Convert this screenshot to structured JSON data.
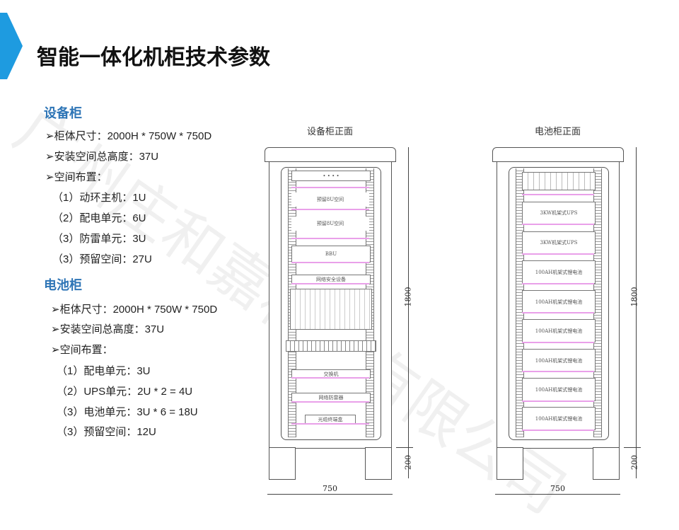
{
  "title": "智能一体化机柜技术参数",
  "watermark": "广州庄和嘉科技有限公司",
  "equipment": {
    "heading": "设备柜",
    "items": [
      "➢柜体尺寸：2000H * 750W * 750D",
      "➢安装空间总高度：37U",
      "➢空间布置：",
      "（1）动环主机：1U",
      "（2）配电单元：6U",
      "（3）防雷单元：3U",
      "（3）预留空间：27U"
    ]
  },
  "battery": {
    "heading": "电池柜",
    "items": [
      "➢柜体尺寸：2000H * 750W * 750D",
      "➢安装空间总高度：37U",
      "➢空间布置：",
      "（1）配电单元：3U",
      "（2）UPS单元：2U * 2 = 4U",
      "（3）电池单元：3U * 6 = 18U",
      "（3）预留空间：12U"
    ]
  },
  "drawing_left": {
    "caption": "设备柜正面",
    "modules": [
      "预留8U空间",
      "预留8U空间",
      "BBU",
      "网络安全设备",
      "交换机",
      "网络防雷器",
      "光缆终端盒"
    ],
    "height_dim": "1800",
    "base_dim": "200",
    "width_dim": "750"
  },
  "drawing_right": {
    "caption": "电池柜正面",
    "modules": [
      "3KW机架式UPS",
      "3KW机架式UPS",
      "100AH机架式锂电池",
      "100AH机架式锂电池",
      "100AH机架式锂电池",
      "100AH机架式锂电池",
      "100AH机架式锂电池",
      "100AH机架式锂电池"
    ],
    "height_dim": "1800",
    "base_dim": "200",
    "width_dim": "750"
  },
  "colors": {
    "accent": "#2e75b6",
    "bar": "#1e9be0"
  }
}
